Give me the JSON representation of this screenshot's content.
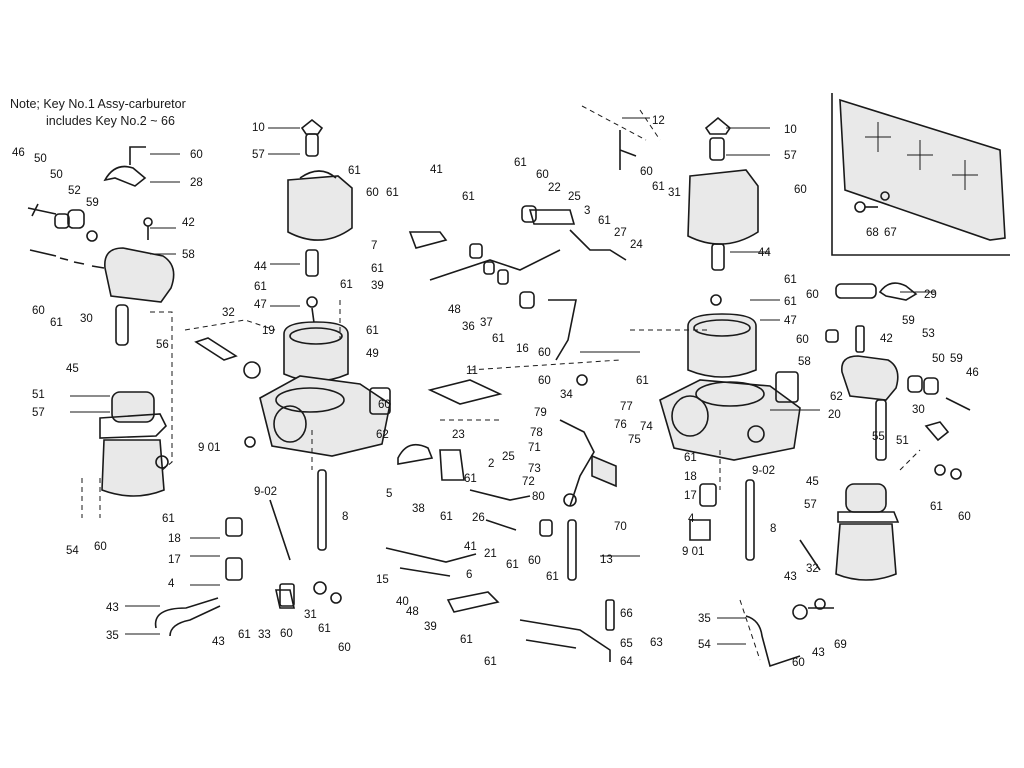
{
  "note": {
    "line1": "Note; Key No.1 Assy-carburetor",
    "line2": "includes Key No.2 ~ 66"
  },
  "callouts": [
    "10",
    "57",
    "60",
    "28",
    "46",
    "50",
    "50",
    "52",
    "59",
    "42",
    "58",
    "60",
    "61",
    "30",
    "56",
    "51",
    "45",
    "57",
    "54",
    "60",
    "44",
    "61",
    "47",
    "61",
    "61",
    "49",
    "32",
    "19",
    "62",
    "9 01",
    "9-02",
    "61",
    "18",
    "17",
    "4",
    "43",
    "35",
    "43",
    "61",
    "33",
    "60",
    "31",
    "61",
    "60",
    "8",
    "61",
    "60",
    "61",
    "41",
    "61",
    "7",
    "61",
    "39",
    "48",
    "36",
    "37",
    "61",
    "16",
    "60",
    "60",
    "34",
    "61",
    "11",
    "60",
    "23",
    "5",
    "2",
    "25",
    "61",
    "26",
    "21",
    "61",
    "60",
    "61",
    "13",
    "15",
    "40",
    "38",
    "61",
    "48",
    "39",
    "41",
    "61",
    "6",
    "61",
    "79",
    "78",
    "71",
    "73",
    "72",
    "80",
    "77",
    "76",
    "75",
    "74",
    "70",
    "66",
    "65",
    "64",
    "63",
    "12",
    "61",
    "60",
    "22",
    "25",
    "3",
    "61",
    "27",
    "24",
    "60",
    "61",
    "31",
    "10",
    "57",
    "60",
    "44",
    "61",
    "61",
    "47",
    "60",
    "29",
    "60",
    "42",
    "58",
    "59",
    "53",
    "50",
    "59",
    "46",
    "30",
    "55",
    "51",
    "62",
    "20",
    "61",
    "18",
    "17",
    "4",
    "9 01",
    "9-02",
    "8",
    "45",
    "57",
    "32",
    "61",
    "60",
    "43",
    "35",
    "54",
    "60",
    "43",
    "69",
    "68",
    "67"
  ]
}
